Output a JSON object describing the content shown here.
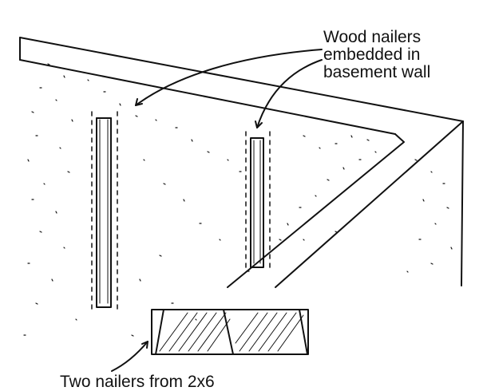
{
  "labels": {
    "top_callout": [
      "Wood nailers",
      "embedded in",
      "basement wall"
    ],
    "bottom_callout": "Two nailers from 2x6"
  },
  "colors": {
    "ink": "#111111",
    "paper": "#ffffff"
  }
}
